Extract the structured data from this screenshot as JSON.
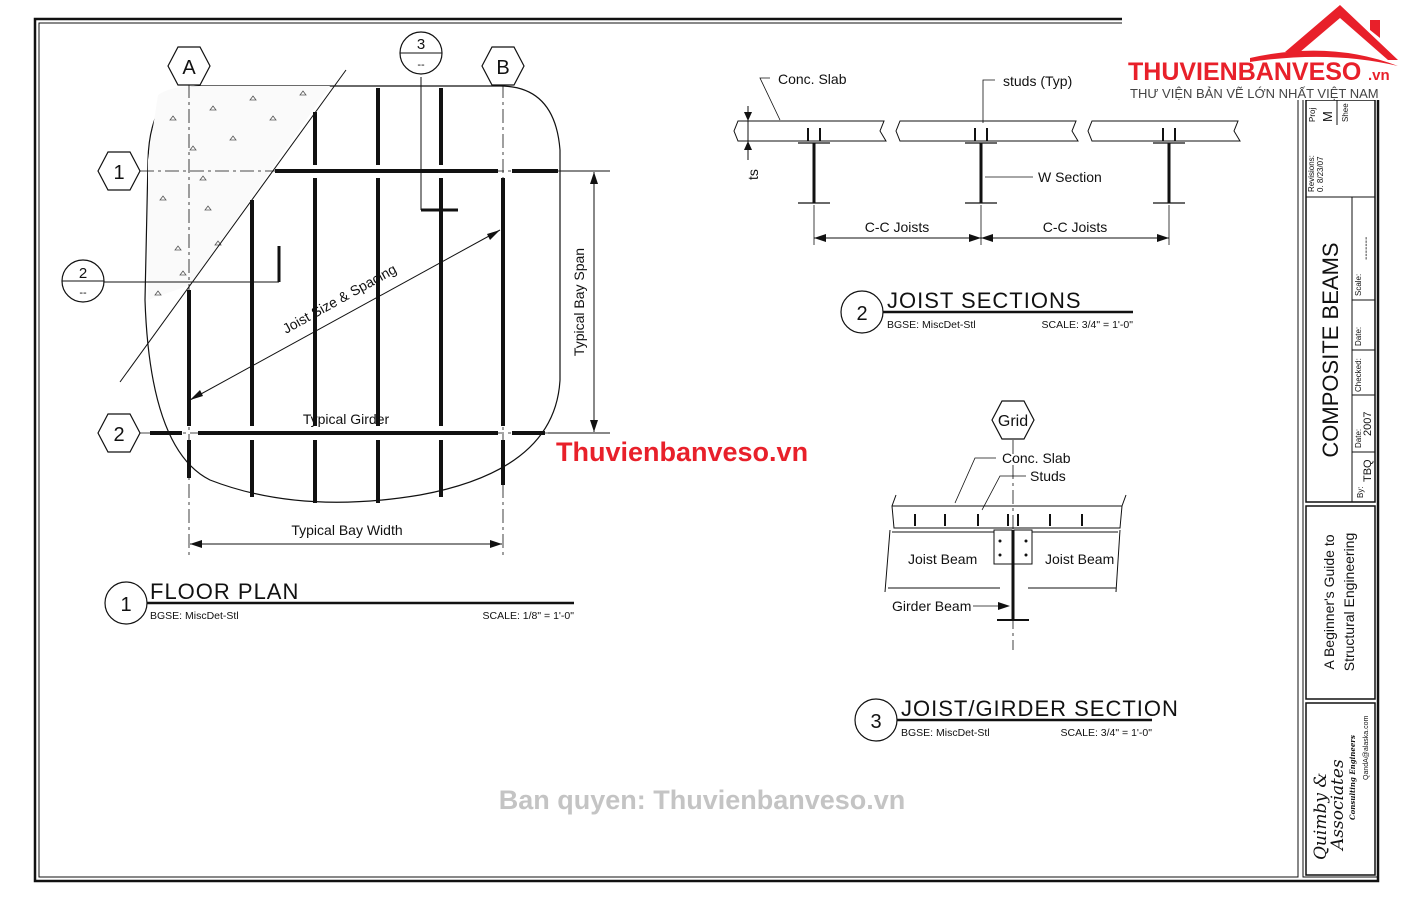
{
  "logo": {
    "name": "THUVIENBANVESO",
    "suffix": ".vn",
    "tagline": "THƯ VIỆN BẢN VẼ LỚN NHẤT VIỆT NAM",
    "color": "#e8202a"
  },
  "watermarks": {
    "center": "Thuvienbanveso.vn",
    "bottom": "Ban quyen: Thuvienbanveso.vn"
  },
  "floor_plan": {
    "grid_a": "A",
    "grid_b": "B",
    "grid_1": "1",
    "grid_2": "2",
    "section_ref_2_num": "2",
    "section_ref_2_sheet": "--",
    "section_ref_3_num": "3",
    "section_ref_3_sheet": "--",
    "joist_label": "Joist Size & Spacing",
    "girder_label": "Typical Girder",
    "span_label": "Typical Bay Span",
    "width_label": "Typical Bay Width",
    "title_num": "1",
    "title": "FLOOR PLAN",
    "ref": "BGSE: MiscDet-Stl",
    "scale": "SCALE: 1/8\" = 1'-0\""
  },
  "joist_sections": {
    "slab_label": "Conc. Slab",
    "studs_label": "studs (Typ)",
    "w_label": "W Section",
    "ts_label": "ts",
    "cc_1": "C-C Joists",
    "cc_2": "C-C Joists",
    "title_num": "2",
    "title": "JOIST SECTIONS",
    "ref": "BGSE: MiscDet-Stl",
    "scale": "SCALE: 3/4\" = 1'-0\""
  },
  "joist_girder": {
    "grid": "Grid",
    "slab_label": "Conc. Slab",
    "studs_label": "Studs",
    "joist_left": "Joist Beam",
    "joist_right": "Joist Beam",
    "girder": "Girder Beam",
    "title_num": "3",
    "title": "JOIST/GIRDER SECTION",
    "ref": "BGSE: MiscDet-Stl",
    "scale": "SCALE: 3/4\" = 1'-0\""
  },
  "title_block": {
    "proj": "Proj",
    "proj_val": "M",
    "sheet": "Shee",
    "revisions_label": "Revisions:",
    "revisions_val": "0. 8/23/07",
    "drawing_title": "COMPOSITE BEAMS",
    "by_label": "By:",
    "by_val": "TBQ",
    "date_label": "Date:",
    "date_val": "2007",
    "checked_label": "Checked:",
    "date2_label": "Date:",
    "scale_label": "Scale:",
    "scale_val": "-------",
    "subtitle_1": "A Beginner's Guide to",
    "subtitle_2": "Structural Engineering",
    "firm_1": "Quimby &",
    "firm_2": "Associates",
    "firm_3": "Consulting Engineers",
    "firm_email": "QandA@alaska.com"
  }
}
